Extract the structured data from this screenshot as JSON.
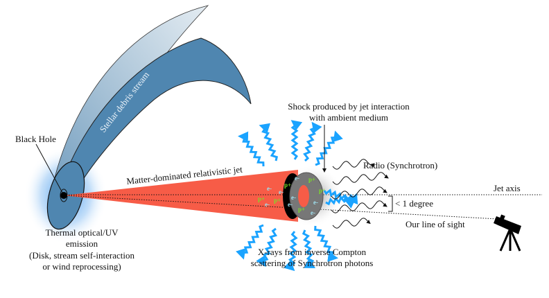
{
  "labels": {
    "stream": "Stellar debris stream",
    "black_hole": "Black Hole",
    "jet": "Matter-dominated relativistic jet",
    "shock_line1": "Shock produced by jet interaction",
    "shock_line2": "with ambient medium",
    "radio": "Radio (Synchrotron)",
    "jet_axis": "Jet axis",
    "angle": "< 1 degree",
    "line_of_sight": "Our line of sight",
    "xray_line1": "X-rays from inverse Compton",
    "xray_line2": "scattering of Synchrotron photons",
    "thermal_line1": "Thermal optical/UV",
    "thermal_line2": "emission",
    "thermal_line3": "(Disk, stream self-interaction",
    "thermal_line4": "or wind reprocessing)"
  },
  "particles": {
    "proton": "p+",
    "electron": "e-"
  },
  "colors": {
    "jet": "#f75c47",
    "stream": "#4f86b0",
    "stream_light": "#c9d8e4",
    "glow": "#3a8fe0",
    "photon_arrows": "#1aa3ff",
    "proton": "#7bdc2a",
    "electron": "#9fe0ef"
  }
}
